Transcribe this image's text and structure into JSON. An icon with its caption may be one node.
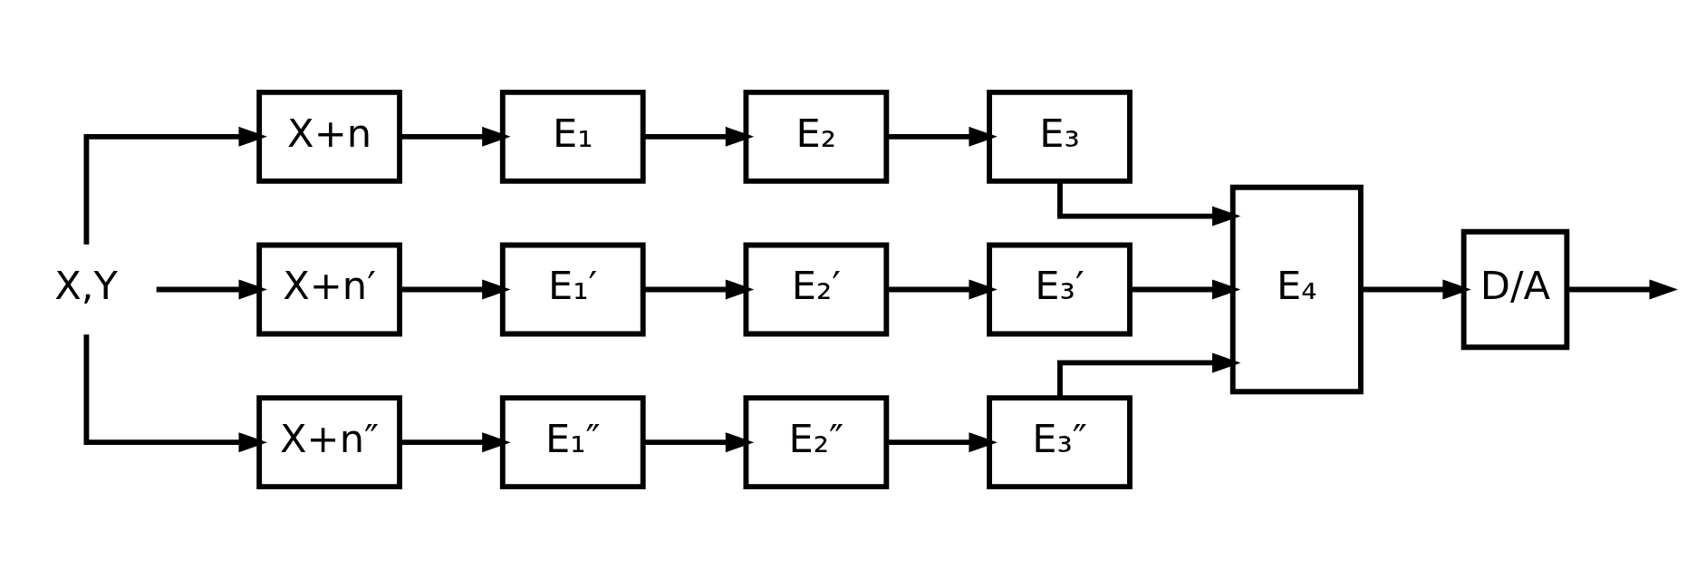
{
  "diagram": {
    "nodes": [
      {
        "text": [
          "X,Y"
        ]
      },
      {
        "text": [
          "X+n"
        ]
      },
      {
        "text": [
          "E₁"
        ]
      },
      {
        "text": [
          "E₂"
        ]
      },
      {
        "text": [
          "E₃"
        ]
      },
      {
        "text": [
          "X+n′"
        ]
      },
      {
        "text": [
          "E₁′"
        ]
      },
      {
        "text": [
          "E₂′"
        ]
      },
      {
        "text": [
          "E₃′"
        ]
      },
      {
        "text": [
          "X+n″"
        ]
      },
      {
        "text": [
          "E₁″"
        ]
      },
      {
        "text": [
          "E₂″"
        ]
      },
      {
        "text": [
          "E₃″"
        ]
      },
      {
        "text": [
          "E₄"
        ]
      },
      {
        "text": [
          "D/A"
        ]
      }
    ],
    "edges": [
      {
        "from": 0,
        "to": 1,
        "arrow": "to"
      },
      {
        "from": 0,
        "to": 5,
        "arrow": "to"
      },
      {
        "from": 0,
        "to": 9,
        "arrow": "to"
      },
      {
        "from": 1,
        "to": 2,
        "arrow": "to"
      },
      {
        "from": 2,
        "to": 3,
        "arrow": "to"
      },
      {
        "from": 3,
        "to": 4,
        "arrow": "to"
      },
      {
        "from": 5,
        "to": 6,
        "arrow": "to"
      },
      {
        "from": 6,
        "to": 7,
        "arrow": "to"
      },
      {
        "from": 7,
        "to": 8,
        "arrow": "to"
      },
      {
        "from": 9,
        "to": 10,
        "arrow": "to"
      },
      {
        "from": 10,
        "to": 11,
        "arrow": "to"
      },
      {
        "from": 11,
        "to": 12,
        "arrow": "to"
      },
      {
        "from": 4,
        "to": 13,
        "arrow": "to"
      },
      {
        "from": 8,
        "to": 13,
        "arrow": "to"
      },
      {
        "from": 12,
        "to": 13,
        "arrow": "to"
      },
      {
        "from": 13,
        "to": 14,
        "arrow": "to"
      },
      {
        "from": 14,
        "to": null,
        "arrow": "to"
      }
    ]
  }
}
